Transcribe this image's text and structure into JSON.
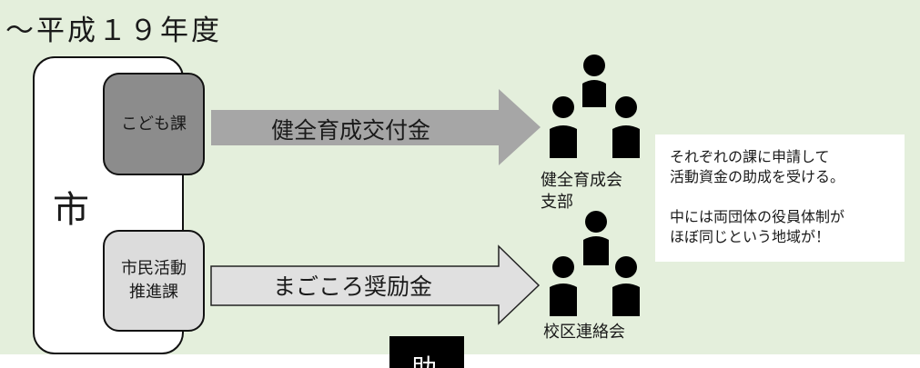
{
  "title": "～平成１９年度",
  "city": {
    "label": "市"
  },
  "departments": [
    {
      "label": "こども課",
      "fill": "#8c8c8c"
    },
    {
      "label": "市民活動\n推進課",
      "fill": "#dcdcdc"
    }
  ],
  "flows": [
    {
      "label": "健全育成交付金",
      "fill": "#a6a6a6"
    },
    {
      "label": "まごころ奨励金",
      "fill": "#e0e0e0"
    }
  ],
  "groups": [
    {
      "label": "健全育成会\n支部",
      "icon": "people-group-icon"
    },
    {
      "label": "校区連絡会",
      "icon": "people-group-icon"
    }
  ],
  "note": {
    "line1": "それぞれの課に申請して\n活動資金の助成を受ける。",
    "line2": "中には両団体の役員体制が\nほぼ同じという地域が！"
  },
  "footer_fragment": {
    "text": "助"
  }
}
